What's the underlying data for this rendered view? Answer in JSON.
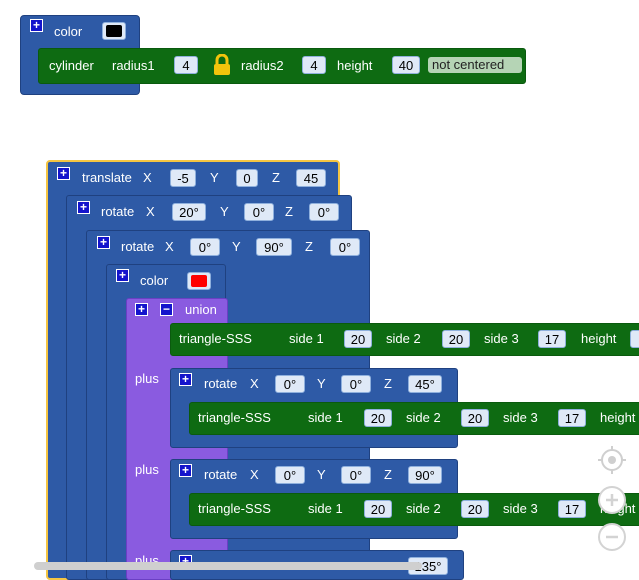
{
  "ws": {
    "cyl": {
      "color_label": "color",
      "color_value": "#000000",
      "label": "cylinder",
      "r1_label": "radius1",
      "r1": "4",
      "r2_label": "radius2",
      "r2": "4",
      "h_label": "height",
      "h": "40",
      "centered": "not centered"
    },
    "translate": {
      "label": "translate",
      "x_label": "X",
      "x": "-5",
      "y_label": "Y",
      "y": "0",
      "z_label": "Z",
      "z": "45"
    },
    "rot1": {
      "label": "rotate",
      "x_label": "X",
      "x": "20°",
      "y_label": "Y",
      "y": "0°",
      "z_label": "Z",
      "z": "0°"
    },
    "rot2": {
      "label": "rotate",
      "x_label": "X",
      "x": "0°",
      "y_label": "Y",
      "y": "90°",
      "z_label": "Z",
      "z": "0°"
    },
    "color2": {
      "label": "color",
      "value": "#ff0000"
    },
    "union": {
      "label": "union",
      "plus": "plus"
    },
    "tri1": {
      "label": "triangle-SSS",
      "s1_label": "side 1",
      "s1": "20",
      "s2_label": "side 2",
      "s2": "20",
      "s3_label": "side 3",
      "s3": "17",
      "h_label": "height"
    },
    "rot3": {
      "label": "rotate",
      "x_label": "X",
      "x": "0°",
      "y_label": "Y",
      "y": "0°",
      "z_label": "Z",
      "z": "45°"
    },
    "tri2": {
      "label": "triangle-SSS",
      "s1_label": "side 1",
      "s1": "20",
      "s2_label": "side 2",
      "s2": "20",
      "s3_label": "side 3",
      "s3": "17",
      "h_label": "height"
    },
    "rot4": {
      "label": "rotate",
      "x_label": "X",
      "x": "0°",
      "y_label": "Y",
      "y": "0°",
      "z_label": "Z",
      "z": "90°"
    },
    "tri3": {
      "label": "triangle-SSS",
      "s1_label": "side 1",
      "s1": "20",
      "s2_label": "side 2",
      "s2": "20",
      "s3_label": "side 3",
      "s3": "17",
      "h_label": "height"
    },
    "rot5": {
      "z": "135°"
    },
    "plus_sign": "+",
    "minus_sign": "−"
  },
  "controls": {
    "recenter": "target-icon",
    "zoom_in": "zoom-in-icon",
    "zoom_out": "zoom-out-icon"
  }
}
